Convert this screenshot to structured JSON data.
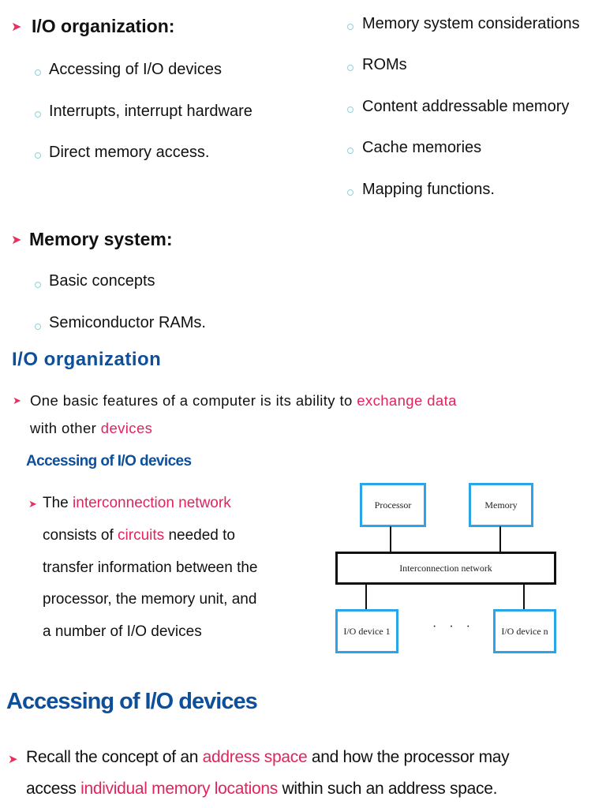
{
  "slide1": {
    "sections": [
      {
        "heading": "I/O organization:",
        "items": [
          "Accessing of I/O devices",
          "Interrupts, interrupt hardware",
          "Direct memory access."
        ]
      },
      {
        "heading": "Memory system:",
        "items": [
          "Basic concepts",
          "Semiconductor RAMs."
        ]
      }
    ],
    "right_items": [
      "Memory system considerations",
      "ROMs",
      "Content addressable memory",
      "Cache memories",
      "Mapping functions."
    ]
  },
  "slide2": {
    "title": "I/O organization",
    "intro": {
      "pre": "One basic features of a computer is its ability to ",
      "hl1": "exchange data",
      "line2_pre": "with other ",
      "hl2": "devices"
    },
    "subtitle": "Accessing of I/O devices",
    "para": {
      "l1_pre": "The ",
      "l1_hl": "interconnection network",
      "l2_pre": "consists of ",
      "l2_hl": "circuits",
      "l2_post": " needed to",
      "l3": "transfer information between the",
      "l4": "processor, the memory unit, and",
      "l5": "a number of I/O devices"
    },
    "diagram": {
      "processor": "Processor",
      "memory": "Memory",
      "network": "Interconnection network",
      "io1": "I/O device 1",
      "ion": "I/O device n",
      "ellipsis": "· · ·"
    }
  },
  "slide3": {
    "title": "Accessing of I/O devices",
    "l1_pre": "Recall the concept of an ",
    "l1_hl": "address space",
    "l1_post": " and how the processor may",
    "l2_pre": "access ",
    "l2_hl": "individual memory locations",
    "l2_post": " within such an address space."
  },
  "colors": {
    "highlight": "#e0245e",
    "title_blue": "#0d4f9a",
    "bullet": "#8fd3dc",
    "box_border": "#2aa5e8"
  }
}
